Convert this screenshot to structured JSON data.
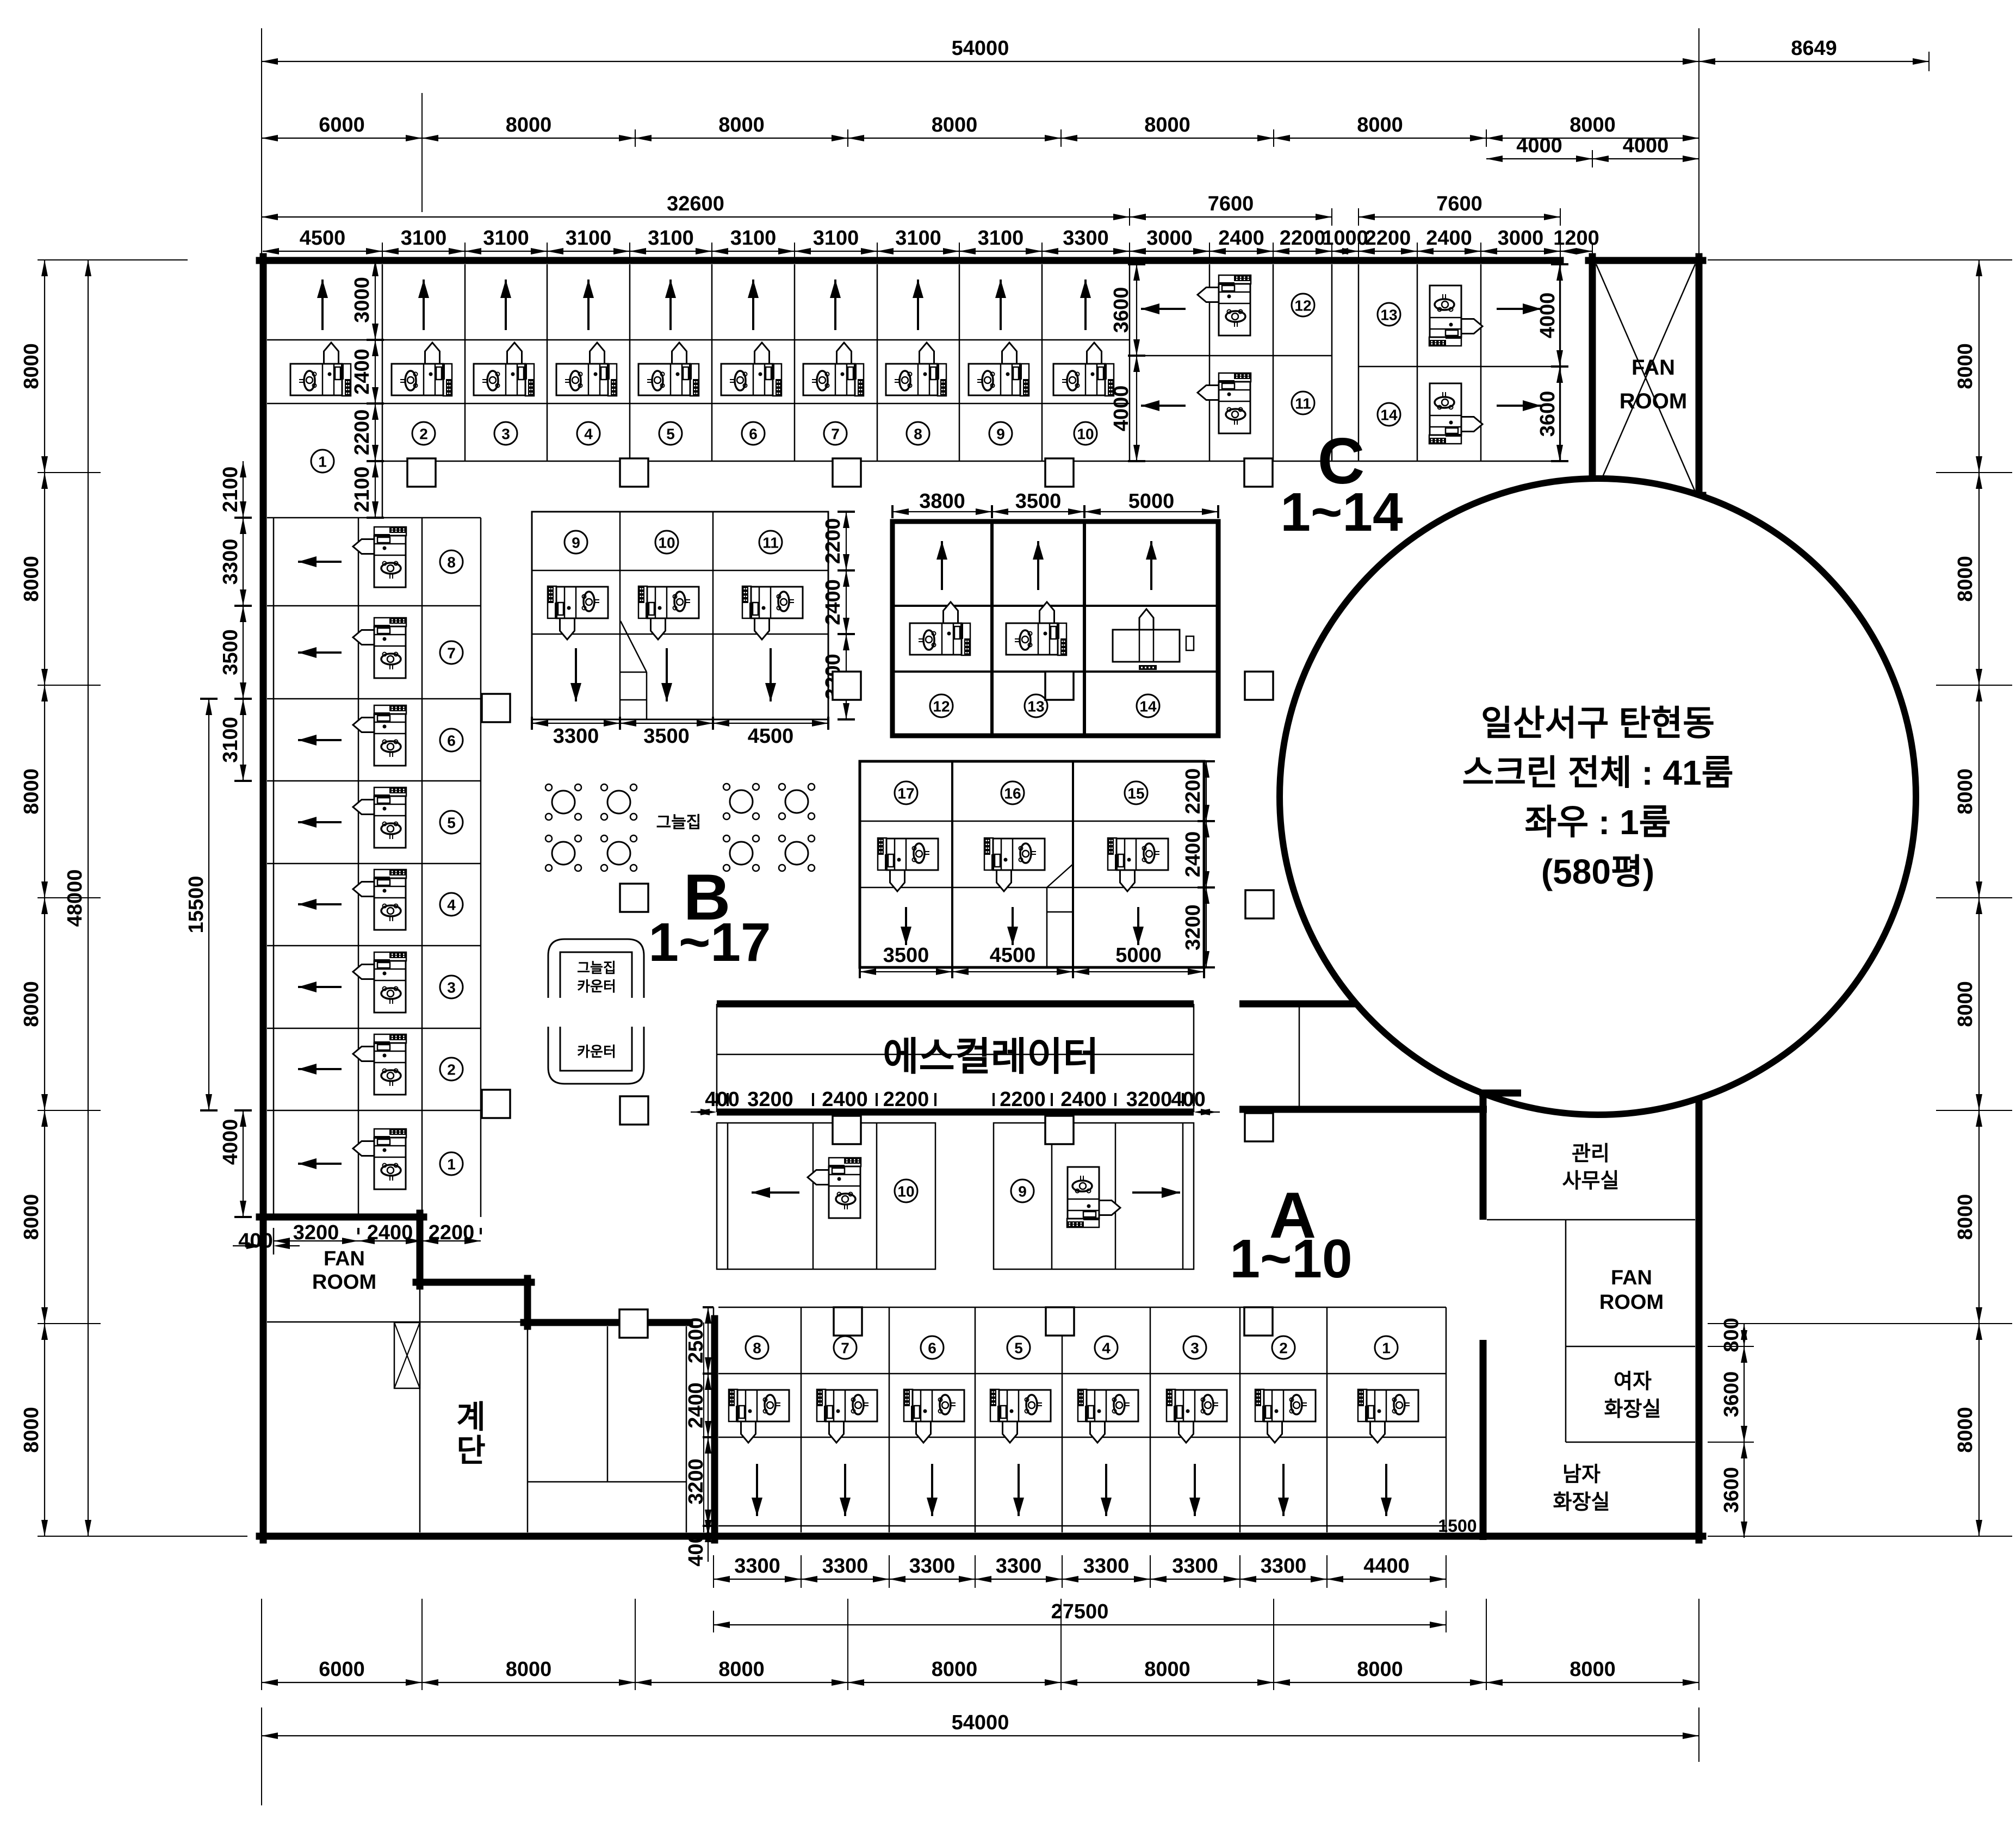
{
  "drawing": {
    "kind": "screen-golf floor plan",
    "note": {
      "lines": [
        "일산서구 탄현동",
        "스크린 전체 : 41룸",
        "좌우 : 1룸",
        "(580평)"
      ]
    },
    "sections": {
      "A": {
        "letter": "A",
        "range": "1~10"
      },
      "B": {
        "letter": "B",
        "range": "1~17"
      },
      "C": {
        "letter": "C",
        "range": "1~14"
      }
    },
    "rooms": {
      "fan_room_ne": [
        "FAN",
        "ROOM"
      ],
      "fan_room_sw": [
        "FAN",
        "ROOM"
      ],
      "admin_office": [
        "관리",
        "사무실"
      ],
      "women_toilet": [
        "여자",
        "화장실"
      ],
      "men_toilet": [
        "남자",
        "화장실"
      ],
      "stairs": [
        "계",
        "단"
      ],
      "escalator": "에스컬레이터",
      "shade_house": "그늘집",
      "shade_counter": [
        "그늘집",
        "카운터"
      ],
      "counter": "카운터",
      "gap_width": "1500"
    },
    "bays": {
      "c_top": [
        "1",
        "2",
        "3",
        "4",
        "5",
        "6",
        "7",
        "8",
        "9",
        "10"
      ],
      "c_side": [
        "11",
        "12",
        "13",
        "14"
      ],
      "b_wall": [
        "1",
        "2",
        "3",
        "4",
        "5",
        "6",
        "7",
        "8"
      ],
      "b_mid": [
        "9",
        "10",
        "11"
      ],
      "b_up": [
        "12",
        "13",
        "14"
      ],
      "b_low": [
        "15",
        "16",
        "17"
      ],
      "esc": [
        "10",
        "9"
      ],
      "a_row": [
        "8",
        "7",
        "6",
        "5",
        "4",
        "3",
        "2",
        "1"
      ]
    },
    "dims": {
      "top_total": [
        "54000",
        "8649"
      ],
      "top_grid": [
        "6000",
        "8000",
        "8000",
        "8000",
        "8000",
        "8000",
        "8000"
      ],
      "top_sub": [
        "4000",
        "4000"
      ],
      "top_group": [
        "32600",
        "7600",
        "7600"
      ],
      "top_bays": [
        "4500",
        "3100",
        "3100",
        "3100",
        "3100",
        "3100",
        "3100",
        "3100",
        "3100",
        "3300",
        "3000",
        "2400",
        "2200",
        "1000",
        "2200",
        "2400",
        "3000",
        "1200"
      ],
      "left_grid": [
        "8000",
        "8000",
        "8000",
        "8000",
        "8000",
        "8000"
      ],
      "left_total": "48000",
      "right_grid": [
        "8000",
        "8000",
        "8000",
        "8000",
        "8000",
        "8000"
      ],
      "right_rooms": [
        "800",
        "3600",
        "3600"
      ],
      "c_heights": [
        "3000",
        "2400",
        "2200",
        "2100"
      ],
      "b_heights": [
        "3300",
        "3500",
        "3100",
        "15500",
        "4000"
      ],
      "c_side_left_heights": [
        "3600",
        "4000"
      ],
      "c_side_right_heights": [
        "4000",
        "3600"
      ],
      "b_mid_heights": [
        "2200",
        "2400",
        "3200"
      ],
      "b_mid_widths": [
        "3300",
        "3500",
        "4500"
      ],
      "b_up_widths": [
        "3800",
        "3500",
        "5000"
      ],
      "b_low_heights": [
        "2200",
        "2400",
        "3200"
      ],
      "b_low_widths": [
        "3500",
        "4500",
        "5000"
      ],
      "b_bottom": [
        "400",
        "3200",
        "2400",
        "2200"
      ],
      "esc_bays": [
        "400",
        "3200",
        "2400",
        "2200",
        "2200",
        "2400",
        "3200",
        "400"
      ],
      "a_heights": [
        "2500",
        "2400",
        "3200",
        "400"
      ],
      "a_widths": [
        "3300",
        "3300",
        "3300",
        "3300",
        "3300",
        "3300",
        "3300",
        "4400"
      ],
      "a_total": "27500",
      "bottom_grid": [
        "6000",
        "8000",
        "8000",
        "8000",
        "8000",
        "8000",
        "8000"
      ],
      "bottom_total": "54000"
    }
  }
}
